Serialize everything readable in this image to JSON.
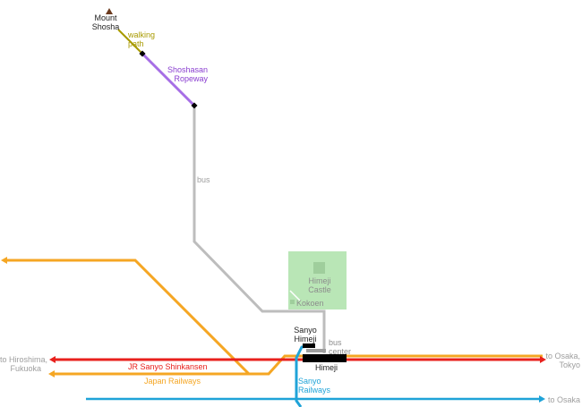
{
  "colors": {
    "shinkansen": "#e8211d",
    "jr": "#f5a623",
    "sanyo": "#1fa3d8",
    "bus": "#bdbdbd",
    "ropeway": "#a66ee6",
    "walking_path": "#a89a00",
    "park": "#b9e6b6",
    "station": "#000000",
    "mountain": "#6b3a1e"
  },
  "labels": {
    "mount_shosha": "Mount\nShosha",
    "walking_path": "walking\npath",
    "ropeway": "Shoshasan\nRopeway",
    "bus": "bus",
    "himeji_castle": "Himeji\nCastle",
    "kokoen": "Kokoen",
    "sanyo_himeji": "Sanyo\nHimeji",
    "bus_center": "bus\ncenter",
    "himeji": "Himeji",
    "to_hiroshima": "to Hiroshima,\nFukuoka",
    "shinkansen": "JR Sanyo Shinkansen",
    "japan_railways": "Japan Railways",
    "sanyo_railways": "Sanyo\nRailways",
    "to_osaka_tokyo": "to Osaka,\nTokyo",
    "to_osaka": "to Osaka"
  }
}
